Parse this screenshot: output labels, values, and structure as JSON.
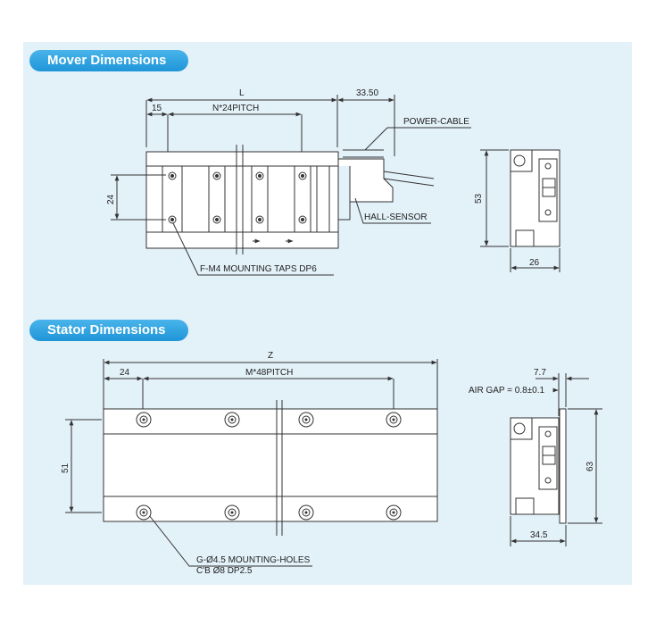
{
  "sections": {
    "mover_title": "Mover Dimensions",
    "stator_title": "Stator Dimensions"
  },
  "mover": {
    "dim_L": "L",
    "dim_cable_len": "33.50",
    "dim_first_hole": "15",
    "dim_pitch": "N*24PITCH",
    "dim_height": "24",
    "label_power_cable": "POWER-CABLE",
    "label_hall_sensor": "HALL-SENSOR",
    "label_mounting_taps": "F-M4 MOUNTING TAPS DP6",
    "side_dim_height": "53",
    "side_dim_width": "26"
  },
  "stator": {
    "dim_Z": "Z",
    "dim_first_hole": "24",
    "dim_pitch": "M*48PITCH",
    "dim_height": "51",
    "label_holes_line1": "G-Ø4.5 MOUNTING-HOLES",
    "label_holes_line2": "C'B  Ø8 DP2.5",
    "side_dim_gap_width": "7.7",
    "side_air_gap": "AIR GAP = 0.8±0.1",
    "side_dim_height": "63",
    "side_dim_width": "34.5"
  },
  "colors": {
    "panel_bg": "#e3f1f9",
    "pill": "#2aa2e0",
    "line": "#333333",
    "part_fill": "#ffffff"
  }
}
